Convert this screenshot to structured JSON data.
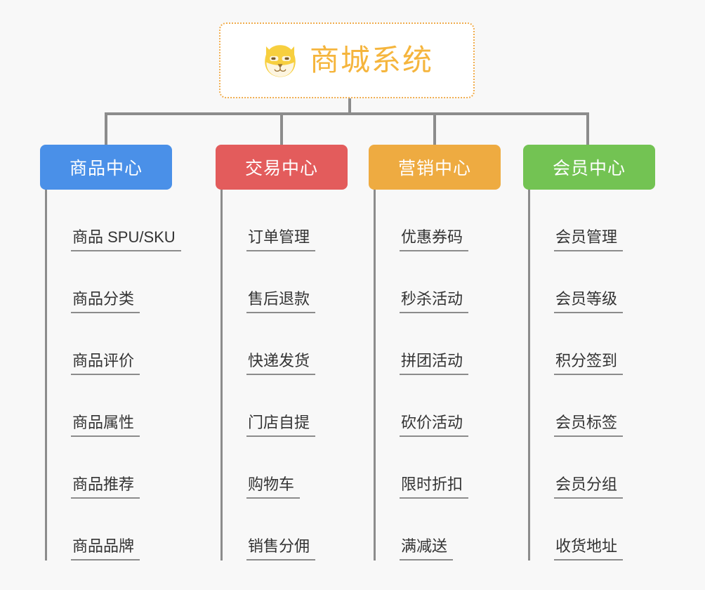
{
  "page": {
    "background_color": "#f8f8f8",
    "type": "org-chart"
  },
  "root": {
    "title": "商城系统",
    "logo_icon": "shiba-dog-face-icon",
    "border_color": "#f0ad4e",
    "title_color": "#f5b53d"
  },
  "connector_color": "#8c8c8c",
  "columns": [
    {
      "id": "product-center",
      "label": "商品中心",
      "color": "#4a90e8",
      "items": [
        "商品 SPU/SKU",
        "商品分类",
        "商品评价",
        "商品属性",
        "商品推荐",
        "商品品牌"
      ]
    },
    {
      "id": "trade-center",
      "label": "交易中心",
      "color": "#e35c5c",
      "items": [
        "订单管理",
        "售后退款",
        "快递发货",
        "门店自提",
        "购物车",
        "销售分佣"
      ]
    },
    {
      "id": "marketing-center",
      "label": "营销中心",
      "color": "#eeab41",
      "items": [
        "优惠券码",
        "秒杀活动",
        "拼团活动",
        "砍价活动",
        "限时折扣",
        "满减送"
      ]
    },
    {
      "id": "member-center",
      "label": "会员中心",
      "color": "#73c353",
      "items": [
        "会员管理",
        "会员等级",
        "积分签到",
        "会员标签",
        "会员分组",
        "收货地址"
      ]
    }
  ]
}
